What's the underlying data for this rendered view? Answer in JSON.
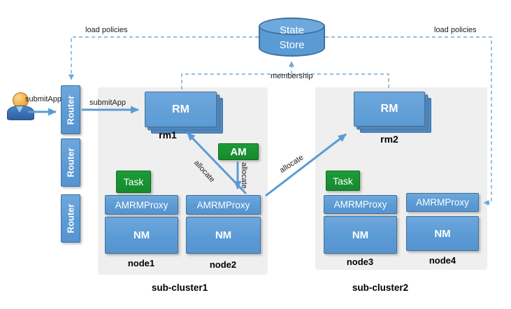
{
  "labels": {
    "load_policies_left": "load policies",
    "load_policies_right": "load policies",
    "membership": "membership",
    "submitapp_user": "submitApp",
    "submitapp_router": "submitApp",
    "allocate_to_rm1": "allocate",
    "allocate_from_am": "allocate",
    "allocate_to_rm2": "allocate"
  },
  "state_store": {
    "line1": "State",
    "line2": "Store"
  },
  "routers": [
    {
      "label": "Router"
    },
    {
      "label": "Router"
    },
    {
      "label": "Router"
    }
  ],
  "am": {
    "label": "AM"
  },
  "clusters": [
    {
      "name": "sub-cluster1",
      "rm": {
        "label": "RM",
        "name": "rm1"
      },
      "nodes": [
        {
          "name": "node1",
          "task": "Task",
          "amrmproxy": "AMRMProxy",
          "nm": "NM"
        },
        {
          "name": "node2",
          "amrmproxy": "AMRMProxy",
          "nm": "NM"
        }
      ]
    },
    {
      "name": "sub-cluster2",
      "rm": {
        "label": "RM",
        "name": "rm2"
      },
      "nodes": [
        {
          "name": "node3",
          "task": "Task",
          "amrmproxy": "AMRMProxy",
          "nm": "NM"
        },
        {
          "name": "node4",
          "amrmproxy": "AMRMProxy",
          "nm": "NM"
        }
      ]
    }
  ],
  "colors": {
    "box_blue": "#5B9BD5",
    "box_blue_border": "#41719C",
    "box_green": "#158A2C",
    "cluster_bg": "#EFEFEF",
    "solid_wire": "#5B9BD5",
    "dashed_wire": "#6FA8DC",
    "label_text": "#1A1A1A"
  }
}
